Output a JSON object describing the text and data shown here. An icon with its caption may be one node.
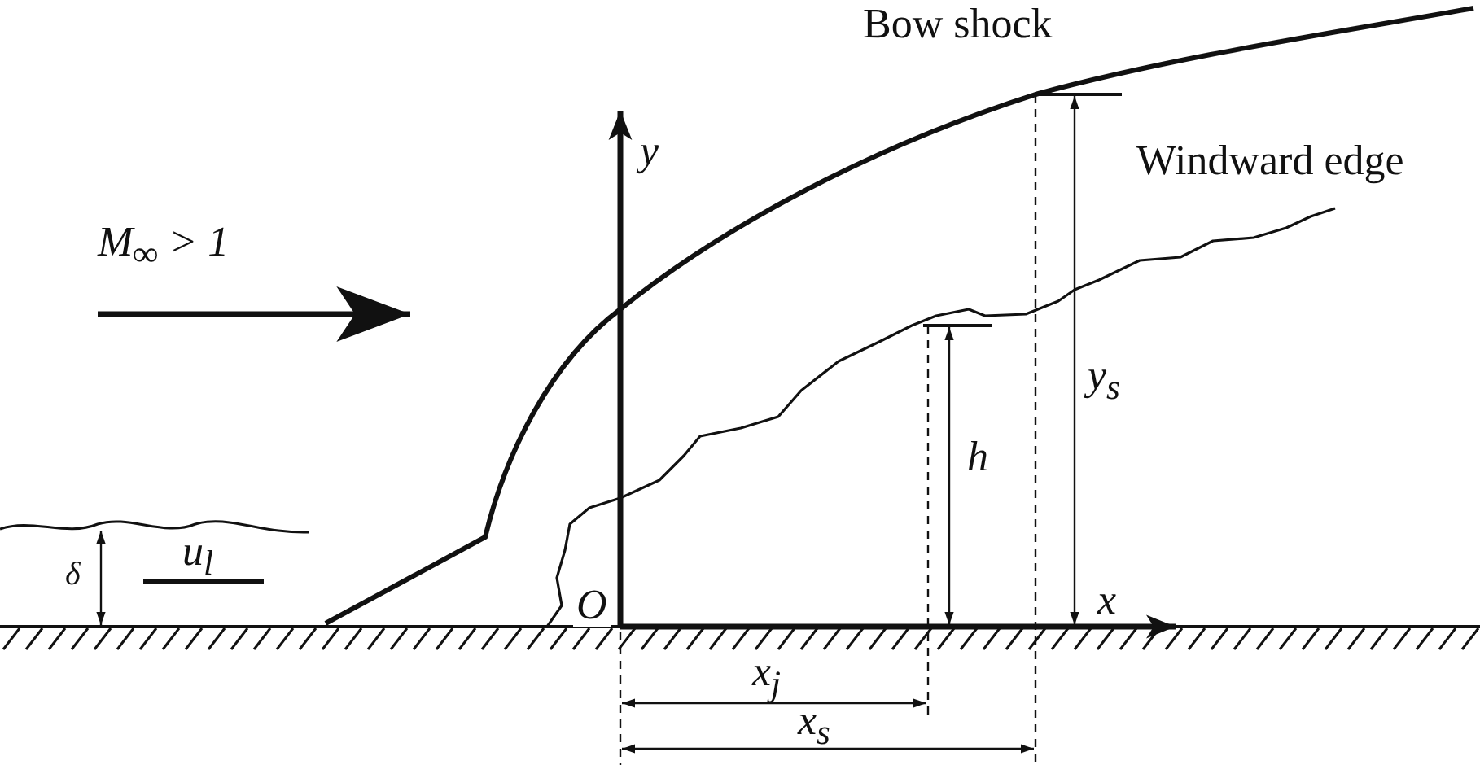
{
  "diagram": {
    "labels": [
      "Bow shock",
      "Windward edge",
      "y",
      "M$_{∞}$ > 1",
      "h",
      "y$_{s}$",
      "x",
      "δ",
      "u$_{l}$",
      "O",
      "x$_{j}$",
      "x$_{s}$"
    ]
  }
}
